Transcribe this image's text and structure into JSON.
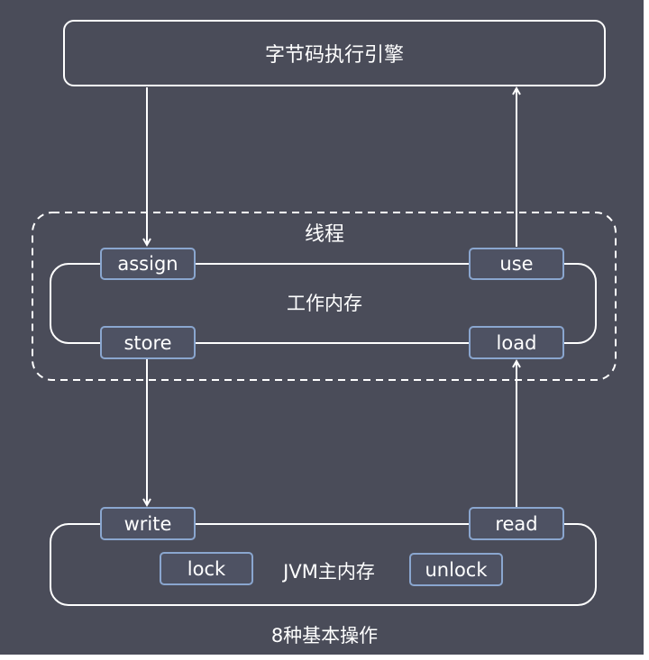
{
  "engine": {
    "label": "字节码执行引擎"
  },
  "thread": {
    "label": "线程"
  },
  "working_memory": {
    "label": "工作内存",
    "ops": {
      "assign": "assign",
      "use": "use",
      "store": "store",
      "load": "load"
    }
  },
  "main_memory": {
    "label": "JVM主内存",
    "ops": {
      "write": "write",
      "read": "read",
      "lock": "lock",
      "unlock": "unlock"
    }
  },
  "caption": "8种基本操作",
  "colors": {
    "background": "#4a4c59",
    "stroke": "#ffffff",
    "op_border": "#8aa6cf",
    "op_fill": "#4e5263"
  }
}
